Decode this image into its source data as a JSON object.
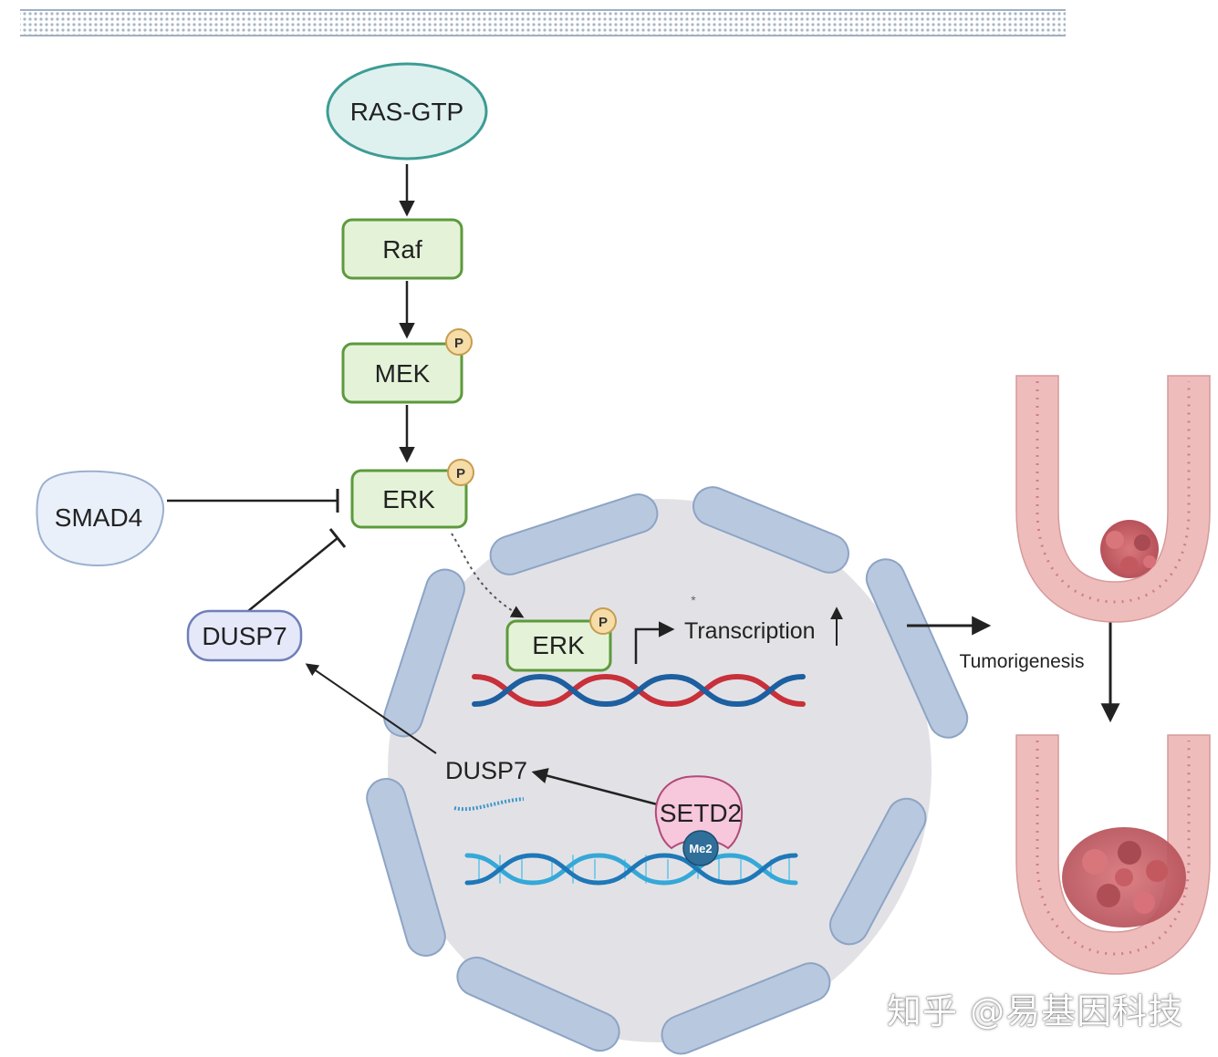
{
  "nodes": {
    "ras_gtp": "RAS-GTP",
    "raf": "Raf",
    "mek": "MEK",
    "erk": "ERK",
    "smad4": "SMAD4",
    "dusp7": "DUSP7",
    "erk_nuclear": "ERK",
    "dusp7_transcript": "DUSP7",
    "setd2": "SETD2",
    "me2": "Me2"
  },
  "phospho_label": "P",
  "transcription_label": "Transcription",
  "transcription_mark": "*",
  "tumorigenesis_label": "Tumorigenesis",
  "watermark": "知乎 @易基因科技",
  "colors": {
    "kinase_fill": "#e4f3d8",
    "kinase_stroke": "#5c9a3c",
    "ras_fill": "#def1ef",
    "ras_stroke": "#3e9c94",
    "nucleus_fill": "#e2e2e6",
    "envelope_fill": "#b8c8df",
    "dna_red": "#c8303a",
    "dna_blue": "#1e5fa0",
    "dna_cyan": "#35a8d8",
    "setd2_fill": "#f7c7dc",
    "me2_fill": "#2f6f99",
    "tissue": "#efbcbc",
    "tumor": "#c95f66"
  }
}
